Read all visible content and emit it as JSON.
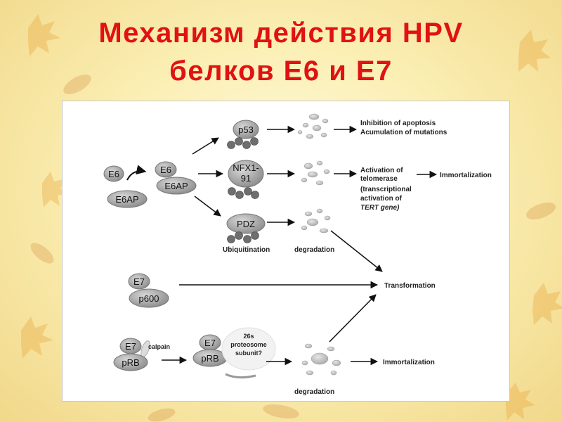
{
  "slide": {
    "title_line1": "Механизм действия HPV",
    "title_line2": "белков E6 и E7"
  },
  "diagram": {
    "e6_free": "E6",
    "e6ap_free": "E6AP",
    "e6_complex": "E6",
    "e6ap_complex": "E6AP",
    "p53": "p53",
    "nfx_line1": "NFX1-",
    "nfx_line2": "91",
    "pdz": "PDZ",
    "ubiquitination": "Ubiquitination",
    "degradation_pdz": "degradation",
    "p53_outcome_line1": "Inhibition of apoptosis",
    "p53_outcome_line2": "Acumulation of mutations",
    "nfx_outcome_line1": "Activation of",
    "nfx_outcome_line2": "telomerase",
    "nfx_outcome_line3": "(transcriptional",
    "nfx_outcome_line4": "activation of",
    "nfx_outcome_line5": "TERT gene)",
    "immortalization_top": "Immortalization",
    "e7_p600": "E7",
    "p600": "p600",
    "transformation": "Transformation",
    "e7_prb_free": "E7",
    "prb_free": "pRB",
    "calpain": "calpain",
    "e7_prb_complex": "E7",
    "prb_complex": "pRB",
    "proteasome_line1": "26s",
    "proteasome_line2": "proteosome",
    "proteasome_line3": "subunit?",
    "degradation_prb": "degradation",
    "immortalization_bottom": "Immortalization"
  },
  "colors": {
    "title": "#e01212",
    "protein_fill": "#9a9a9a",
    "ubiquitin_fill": "#6e6e6e",
    "arrow": "#111111"
  }
}
